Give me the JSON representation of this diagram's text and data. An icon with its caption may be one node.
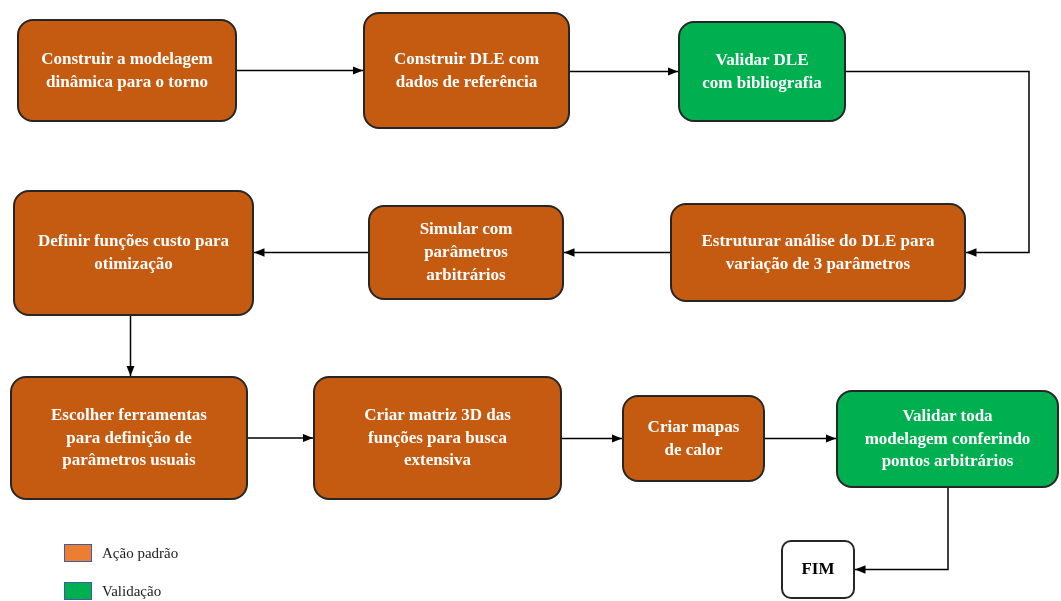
{
  "diagram": {
    "nodes": [
      {
        "text": [
          "Construir a modelagem dinâmica para o torno"
        ]
      },
      {
        "text": [
          "Construir DLE com dados de referência"
        ]
      },
      {
        "text": [
          "Validar DLE com bibliografia"
        ]
      },
      {
        "text": [
          "Estruturar análise do DLE para variação de 3 parâmetros"
        ]
      },
      {
        "text": [
          "Simular com parâmetros arbitrários"
        ]
      },
      {
        "text": [
          "Definir funções custo para otimização"
        ]
      },
      {
        "text": [
          "Escolher ferramentas para definição de parâmetros usuais"
        ]
      },
      {
        "text": [
          "Criar matriz 3D das funções para busca extensiva"
        ]
      },
      {
        "text": [
          "Criar mapas de calor"
        ]
      },
      {
        "text": [
          "Validar toda modelagem conferindo pontos arbitrários"
        ]
      },
      {
        "text": [
          "FIM"
        ]
      }
    ],
    "edges": [
      {
        "from": 0,
        "to": 1,
        "arrow": "to"
      },
      {
        "from": 1,
        "to": 2,
        "arrow": "to"
      },
      {
        "from": 2,
        "to": 3,
        "arrow": "to"
      },
      {
        "from": 3,
        "to": 4,
        "arrow": "to"
      },
      {
        "from": 4,
        "to": 5,
        "arrow": "to"
      },
      {
        "from": 5,
        "to": 6,
        "arrow": "to"
      },
      {
        "from": 6,
        "to": 7,
        "arrow": "to"
      },
      {
        "from": 7,
        "to": 8,
        "arrow": "to"
      },
      {
        "from": 8,
        "to": 9,
        "arrow": "to"
      },
      {
        "from": 9,
        "to": 10,
        "arrow": "to"
      }
    ],
    "legend": [
      {
        "text": "Ação padrão",
        "color": "#ed7d31"
      },
      {
        "text": "Validação",
        "color": "#00b050"
      }
    ]
  }
}
